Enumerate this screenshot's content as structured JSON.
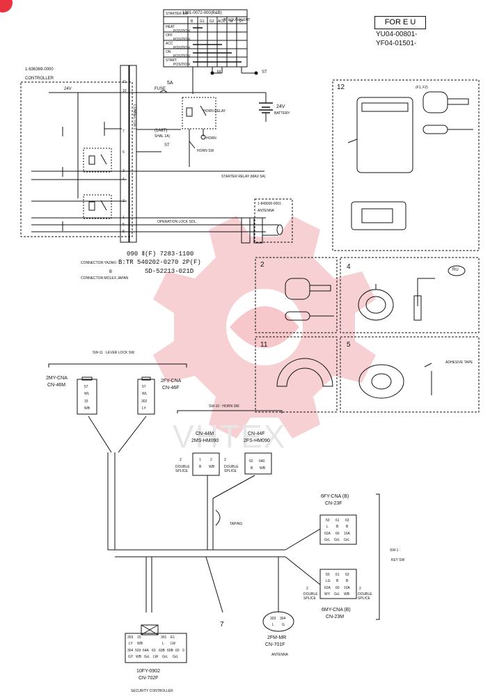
{
  "ignition_table": {
    "title": "1301-0072-000(B&B)",
    "header_left": "STARTER SW",
    "header_right": "(B) EQUIVALENT",
    "columns": [
      "B",
      "G1",
      "G2",
      "ACC",
      "M",
      "ST"
    ],
    "rows": [
      "HEAT",
      "OFF",
      "ACC",
      "ON",
      "START"
    ],
    "row_suffix": "POSITION"
  },
  "top": {
    "for_eu": "FOR E U",
    "part_no_1": "YU04-00801-",
    "part_no_2": "YF04-01501-"
  },
  "controller": {
    "part_no": "1-636369-0000",
    "label": "CONTROLLER",
    "voltage": "24V",
    "connector_vertical": "CONNECTOR 1",
    "pins": [
      "10",
      "11",
      "7",
      "6",
      "3",
      "4",
      "2",
      "1",
      "5",
      "8"
    ]
  },
  "circuit": {
    "fuse": "FUSE",
    "fuse_rating": "5A",
    "battery": "BATTERY",
    "battery_voltage": "24V",
    "horn_relay": "HORN RELAY",
    "horn": "HORN",
    "horn_sw": "HORN SW",
    "one_amp": "(1A8T)",
    "one_amp_sub": "SHAL 1A)",
    "st": "ST",
    "m": "M",
    "starter_relay": "STARTER RELAY (MAX 5A)",
    "lock_sol": "OPERATION LOCK SOL.",
    "antenna_part": "1-849006-0001",
    "antenna": "ANTENNA"
  },
  "connector_info": {
    "line1": "090 Ⅱ(F) 7283-1100",
    "line2_label": "CONNECTOR:YAZAKI",
    "line2": "B:TR 540202-0270 2P(F)",
    "line3_prefix": "B",
    "line3": "SD-52213-021D",
    "line4": "CONNECTOR:MOLEX JAPAN"
  },
  "parts": {
    "p12": "12",
    "p12_keys": "(F1, F2)",
    "p2": "2",
    "p4": "4",
    "p11": "11",
    "p5": "5",
    "adhesive": "ADHESIVE TAPE",
    "key_logo": "RU"
  },
  "harness": {
    "sw11": "SW-11 : LEVER LOCK SW.",
    "sw10": "SW-10 : HORN SW.",
    "sw1": "SW-1 :",
    "key_sw": "KEY SW",
    "c_2my": "2MY-CNA",
    "c_2my_cn": "CN-46M",
    "c_2my_pins": [
      "57",
      "WL",
      "15",
      "WB"
    ],
    "c_2fy": "2FY-CNA",
    "c_2fy_cn": "CN-46F",
    "c_2fy_pins": [
      "57",
      "WL",
      "302",
      "LY"
    ],
    "cn44m": "CN-44M",
    "cn44m_type": "2MS-HM090",
    "cn44m_pins": [
      "1",
      "2",
      "B",
      "WB"
    ],
    "cn44f": "CN-44F",
    "cn44f_type": "2FS-HM090",
    "cn44f_pins": [
      "62",
      "640",
      "B",
      "WB"
    ],
    "double_splice": "DOUBLE SPLICE",
    "two": "2",
    "taping": "TAPING",
    "c_6fy": "6FY-CNA (B)",
    "c_6fy_cn": "CN-23F",
    "c_6fy_pins": [
      "50",
      "61",
      "63",
      "L",
      "B",
      "B",
      "62A",
      "60",
      "10A",
      "GrL",
      "GrL",
      "GrL"
    ],
    "c_6my": "6MY-CNA (B)",
    "c_6my_cn": "CN-23M",
    "c_6my_pins": [
      "50",
      "61",
      "63",
      "LG",
      "B",
      "B",
      "62A",
      "60",
      "10A",
      "WY",
      "GrL",
      "WB"
    ],
    "c_2fm": "2FM-MR",
    "c_2fm_cn": "CN-701F",
    "c_2fm_pins": [
      "303",
      "304",
      "L",
      "G"
    ],
    "antenna": "ANTENNA",
    "seven": "7",
    "c_10fy": "10FY-0902",
    "c_10fy_cn": "CN-702F",
    "c_10fy_pins": [
      "303",
      "15",
      "301",
      "E1",
      "LY",
      "WB",
      "L",
      "LW",
      "304",
      "503",
      "64A",
      "63",
      "60B",
      "60B",
      "60",
      "0",
      "GY",
      "WB",
      "GrL",
      "LW",
      "GrL",
      "GrL"
    ],
    "security_controller": "SECURITY CONTROLLER"
  },
  "watermark": {
    "text": "VHTEX",
    "color": "#e8343f"
  }
}
